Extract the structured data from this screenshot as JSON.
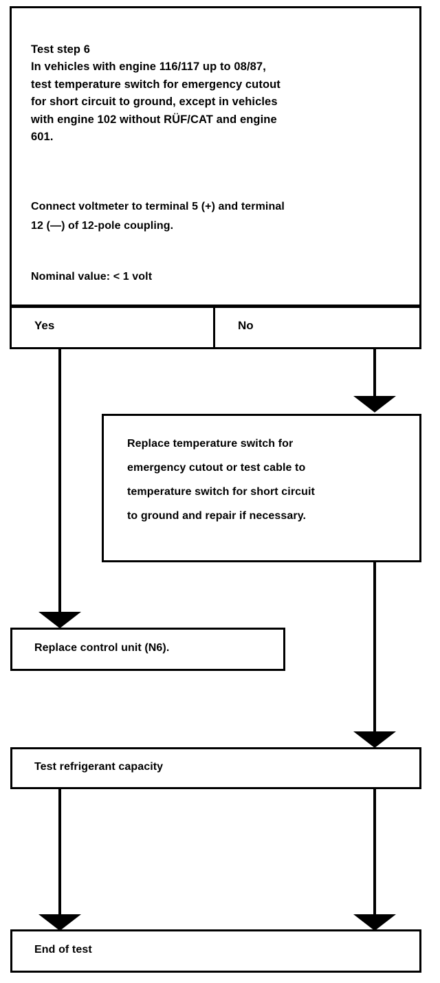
{
  "diagram": {
    "type": "flowchart",
    "title": "Test step 6 decision flowchart"
  },
  "question_box": {
    "step_title": "Test step 6",
    "instruction": "In vehicles with engine 116/117 up to 08/87,\ntest temperature switch for emergency cutout\nfor short circuit to ground, except in vehicles\nwith engine 102 without RÜF/CAT and engine\n601.",
    "connect_text": "Connect voltmeter to terminal 5 (+) and terminal\n12 (—) of 12-pole coupling.",
    "nominal_value": "Nominal value: < 1 volt"
  },
  "branches": {
    "yes_label": "Yes",
    "no_label": "No"
  },
  "nodes": {
    "replace_switch": "Replace temperature switch for\nemergency cutout  or test cable to\ntemperature switch for short circuit\nto ground and repair if necessary.",
    "replace_control_unit": "Replace control unit (N6).",
    "test_refrigerant": "Test refrigerant capacity",
    "end_of_test": "End of test"
  },
  "colors": {
    "line": "#000000",
    "background": "#ffffff",
    "text": "#000000"
  }
}
